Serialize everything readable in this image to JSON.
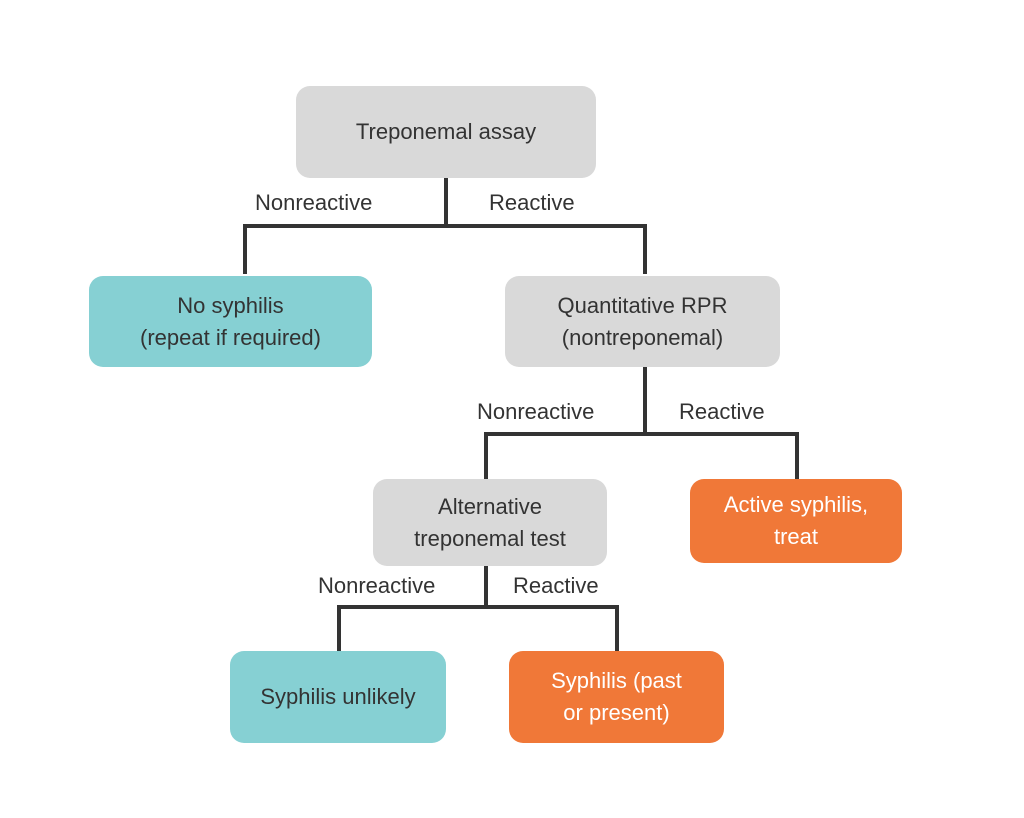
{
  "colors": {
    "decision": "#d9d9d9",
    "negative_outcome": "#86d0d3",
    "positive_outcome": "#f07838",
    "connector": "#333333"
  },
  "nodes": {
    "treponemal_assay": {
      "lines": [
        "Treponemal assay"
      ]
    },
    "no_syphilis": {
      "lines": [
        "No syphilis",
        "(repeat if required)"
      ]
    },
    "quantitative_rpr": {
      "lines": [
        "Quantitative RPR",
        "(nontreponemal)"
      ]
    },
    "alternative_test": {
      "lines": [
        "Alternative",
        "treponemal test"
      ]
    },
    "active_syphilis": {
      "lines": [
        "Active syphilis,",
        "treat"
      ]
    },
    "syphilis_unlikely": {
      "lines": [
        "Syphilis unlikely"
      ]
    },
    "syphilis_past_present": {
      "lines": [
        "Syphilis (past",
        "or present)"
      ]
    }
  },
  "edges": {
    "assay_nonreactive": "Nonreactive",
    "assay_reactive": "Reactive",
    "rpr_nonreactive": "Nonreactive",
    "rpr_reactive": "Reactive",
    "alt_nonreactive": "Nonreactive",
    "alt_reactive": "Reactive"
  }
}
